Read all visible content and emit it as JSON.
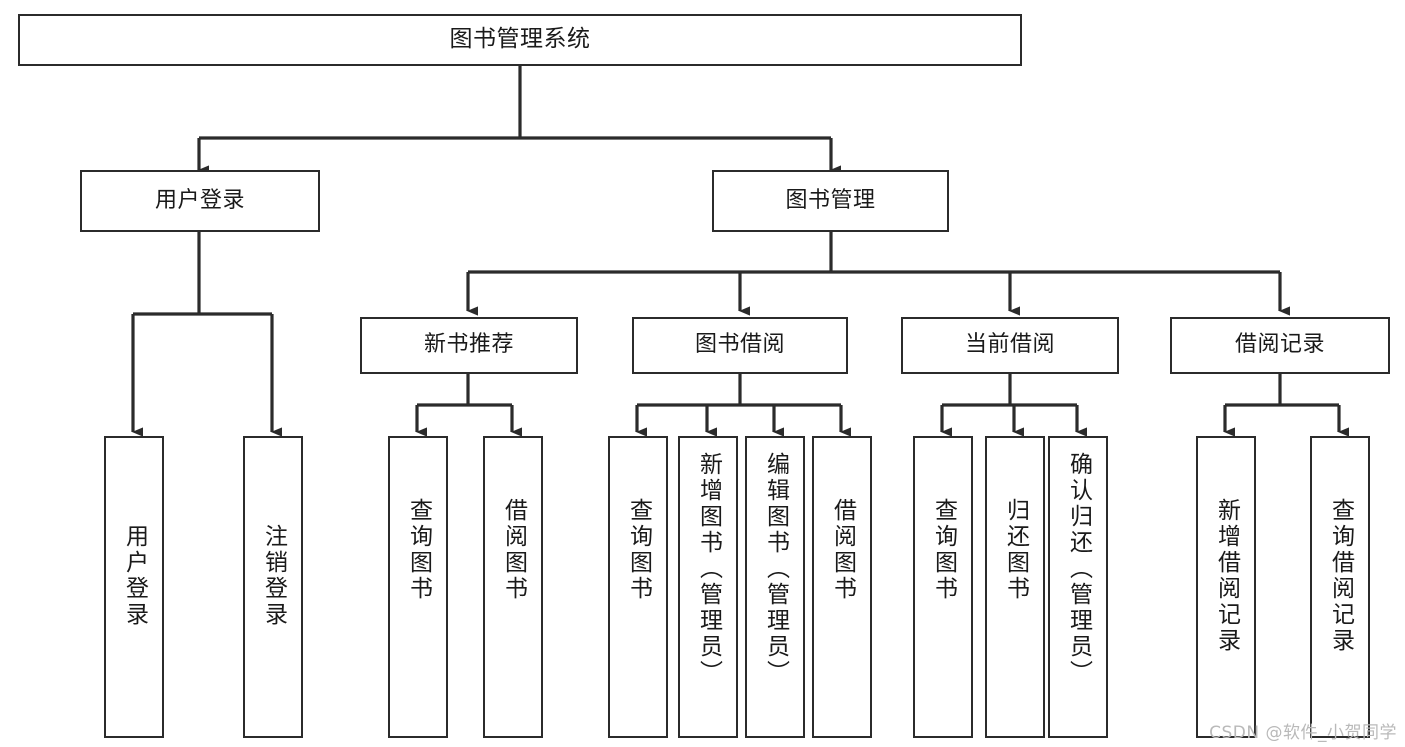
{
  "diagram": {
    "title": "图书管理系统",
    "type": "tree-hierarchy-chart",
    "watermark": "CSDN @软件_小贺同学",
    "colors": {
      "background": "#ffffff",
      "node_border": "#2b2b2b",
      "node_fill": "#ffffff",
      "edge": "#2b2b2b",
      "text": "#1a1a1a",
      "watermark": "#b9b9b9"
    },
    "levels": {
      "root": {
        "label": "图书管理系统"
      },
      "level2": [
        {
          "label": "用户登录"
        },
        {
          "label": "图书管理"
        }
      ],
      "level3": [
        {
          "label": "新书推荐"
        },
        {
          "label": "图书借阅"
        },
        {
          "label": "当前借阅"
        },
        {
          "label": "借阅记录"
        }
      ],
      "leaves": [
        {
          "label": "用户登录",
          "parent": "用户登录"
        },
        {
          "label": "注销登录",
          "parent": "用户登录"
        },
        {
          "label": "查询图书",
          "parent": "新书推荐"
        },
        {
          "label": "借阅图书",
          "parent": "新书推荐"
        },
        {
          "label": "查询图书",
          "parent": "图书借阅"
        },
        {
          "label": "新增图书（管理员）",
          "parent": "图书借阅"
        },
        {
          "label": "编辑图书（管理员）",
          "parent": "图书借阅"
        },
        {
          "label": "借阅图书",
          "parent": "图书借阅"
        },
        {
          "label": "查询图书",
          "parent": "当前借阅"
        },
        {
          "label": "归还图书",
          "parent": "当前借阅"
        },
        {
          "label": "确认归还（管理员）",
          "parent": "当前借阅"
        },
        {
          "label": "新增借阅记录",
          "parent": "借阅记录"
        },
        {
          "label": "查询借阅记录",
          "parent": "借阅记录"
        }
      ]
    }
  }
}
